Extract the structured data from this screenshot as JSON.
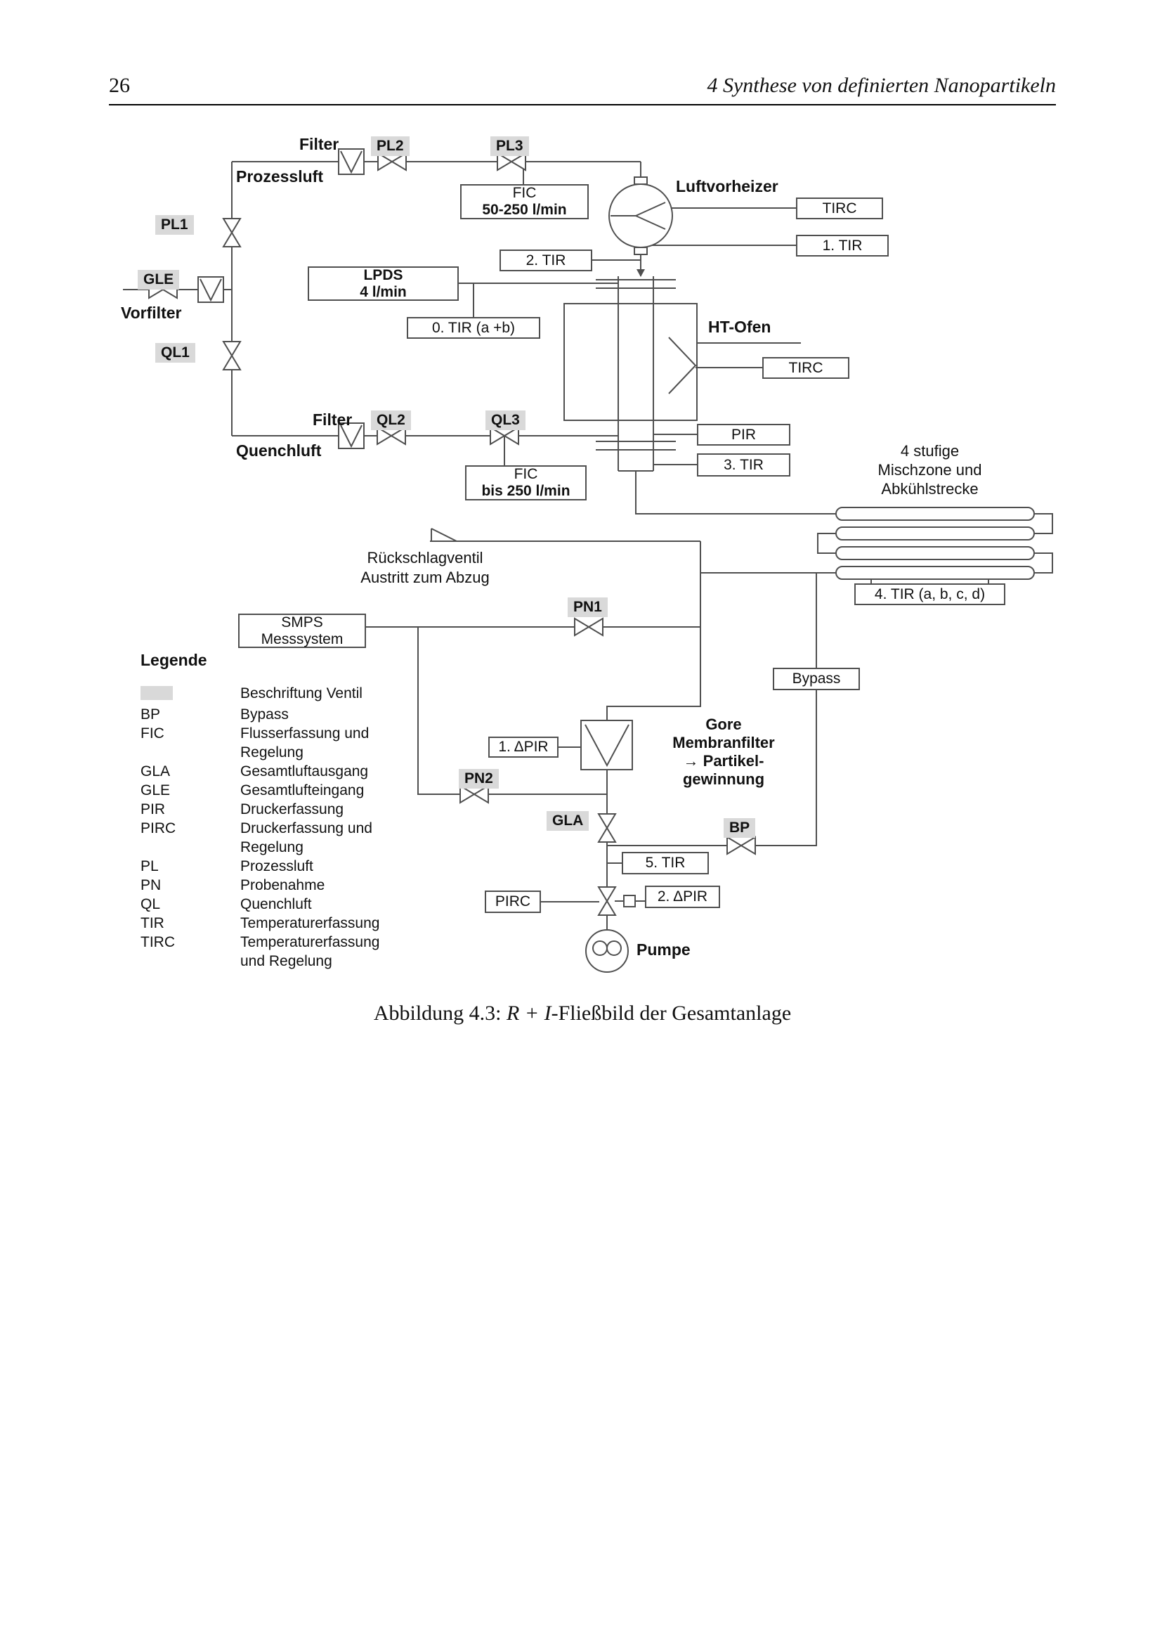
{
  "page": {
    "number": "26",
    "chapter_header": "4 Synthese von definierten Nanopartikeln",
    "caption": {
      "prefix": "Abbildung 4.3: ",
      "math": "R + I",
      "suffix": "-Fließbild der Gesamtanlage"
    }
  },
  "diagram": {
    "labels": {
      "filter_top": "Filter",
      "prozessluft": "Prozessluft",
      "vorfilter": "Vorfilter",
      "luftvorheizer": "Luftvorheizer",
      "ht_ofen": "HT-Ofen",
      "quenchluft": "Quenchluft",
      "filter_quench": "Filter",
      "mischzone_line1": "4 stufige",
      "mischzone_line2": "Mischzone und",
      "mischzone_line3": "Abkühlstrecke",
      "rueckschlag_line1": "Rückschlagventil",
      "rueckschlag_line2": "Austritt zum Abzug",
      "gore_line1": "Gore",
      "gore_line2": "Membranfilter",
      "gore_line3": "→ Partikel-",
      "gore_line4": "gewinnung",
      "pumpe": "Pumpe"
    },
    "valve_tags": {
      "pl1": "PL1",
      "pl2": "PL2",
      "pl3": "PL3",
      "gle": "GLE",
      "ql1": "QL1",
      "ql2": "QL2",
      "ql3": "QL3",
      "pn1": "PN1",
      "pn2": "PN2",
      "gla": "GLA",
      "bp": "BP"
    },
    "boxes": {
      "fic_top_line1": "FIC",
      "fic_top_line2": "50-250 l/min",
      "lpds_line1": "LPDS",
      "lpds_line2": "4 l/min",
      "tirc_vorheizer": "TIRC",
      "tir1": "1. TIR",
      "tir2": "2. TIR",
      "tir0": "0. TIR (a +b)",
      "tirc_ofen": "TIRC",
      "pir": "PIR",
      "tir3": "3. TIR",
      "fic_quench_line1": "FIC",
      "fic_quench_line2": "bis 250 l/min",
      "tir4": "4. TIR (a, b, c, d)",
      "smps_line1": "SMPS",
      "smps_line2": "Messsystem",
      "bypass": "Bypass",
      "dpir1": "1. ΔPIR",
      "dpir2": "2. ΔPIR",
      "pirc": "PIRC",
      "tir5": "5. TIR"
    },
    "legend": {
      "title": "Legende",
      "items": [
        {
          "abbr": "",
          "desc": "Beschriftung Ventil"
        },
        {
          "abbr": "BP",
          "desc": "Bypass"
        },
        {
          "abbr": "FIC",
          "desc": "Flusserfassung und\nRegelung"
        },
        {
          "abbr": "GLA",
          "desc": "Gesamtluftausgang"
        },
        {
          "abbr": "GLE",
          "desc": "Gesamtlufteingang"
        },
        {
          "abbr": "PIR",
          "desc": "Druckerfassung"
        },
        {
          "abbr": "PIRC",
          "desc": "Druckerfassung und\nRegelung"
        },
        {
          "abbr": "PL",
          "desc": "Prozessluft"
        },
        {
          "abbr": "PN",
          "desc": "Probenahme"
        },
        {
          "abbr": "QL",
          "desc": "Quenchluft"
        },
        {
          "abbr": "TIR",
          "desc": "Temperaturerfassung"
        },
        {
          "abbr": "TIRC",
          "desc": "Temperaturerfassung\nund Regelung"
        }
      ]
    },
    "colors": {
      "tag_bg": "#d9d9d9",
      "line": "#4f4f4f"
    }
  }
}
